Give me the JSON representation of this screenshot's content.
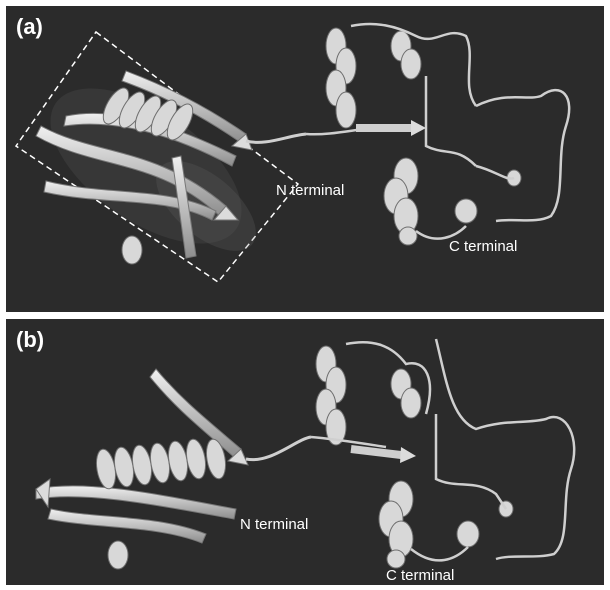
{
  "panels": [
    {
      "label": "(a)",
      "n_terminal": "N terminal",
      "c_terminal": "C terminal"
    },
    {
      "label": "(b)",
      "n_terminal": "N terminal",
      "c_terminal": "C terminal"
    }
  ],
  "colors": {
    "background": "#2b2b2b",
    "ribbon": "#cfcfcf",
    "ribbon_shadow": "#8a8a8a",
    "highlight_box": "#ffffff"
  }
}
